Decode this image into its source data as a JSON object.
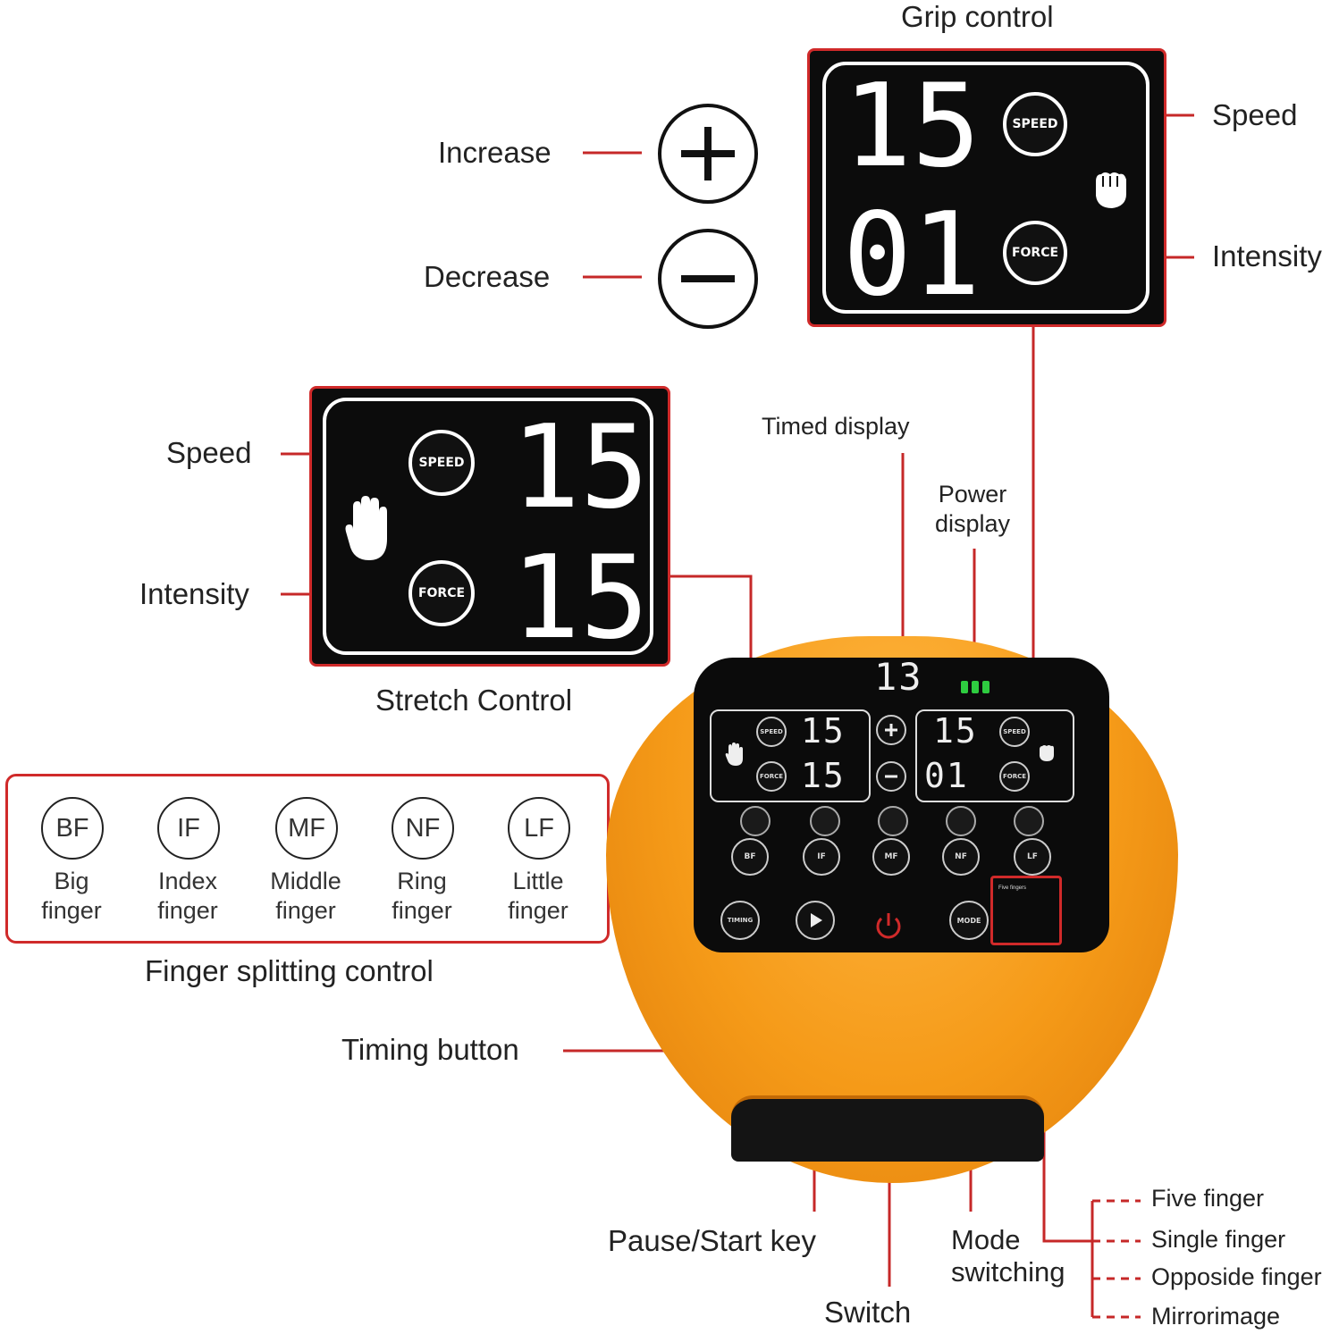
{
  "titles": {
    "grip_control": "Grip control",
    "stretch_control": "Stretch Control",
    "finger_splitting_control": "Finger splitting control"
  },
  "labels": {
    "increase": "Increase",
    "decrease": "Decrease",
    "grip_speed": "Speed",
    "grip_intensity": "Intensity",
    "stretch_speed": "Speed",
    "stretch_intensity": "Intensity",
    "timed_display": "Timed display",
    "power_display_line1": "Power",
    "power_display_line2": "display",
    "timing_button": "Timing button",
    "pause_start_key": "Pause/Start key",
    "switch": "Switch",
    "mode_switching_line1": "Mode",
    "mode_switching_line2": "switching"
  },
  "buttons": {
    "speed": "SPEED",
    "force": "FORCE",
    "timing": "TIMING",
    "mode": "MODE"
  },
  "grip_panel": {
    "speed_value": "15",
    "force_value": "01"
  },
  "stretch_panel": {
    "speed_value": "15",
    "force_value": "15"
  },
  "device": {
    "timer_value": "13",
    "mode_tag": "Five fingers"
  },
  "fingers": [
    {
      "code": "BF",
      "line1": "Big",
      "line2": "finger"
    },
    {
      "code": "IF",
      "line1": "Index",
      "line2": "finger"
    },
    {
      "code": "MF",
      "line1": "Middle",
      "line2": "finger"
    },
    {
      "code": "NF",
      "line1": "Ring",
      "line2": "finger"
    },
    {
      "code": "LF",
      "line1": "Little",
      "line2": "finger"
    }
  ],
  "modes": [
    "Five finger",
    "Single finger",
    "Opposide finger",
    "Mirrorimage"
  ],
  "colors": {
    "accent_red": "#d02a2a",
    "device_orange": "#f59a18",
    "power_green": "#2ecc40"
  }
}
